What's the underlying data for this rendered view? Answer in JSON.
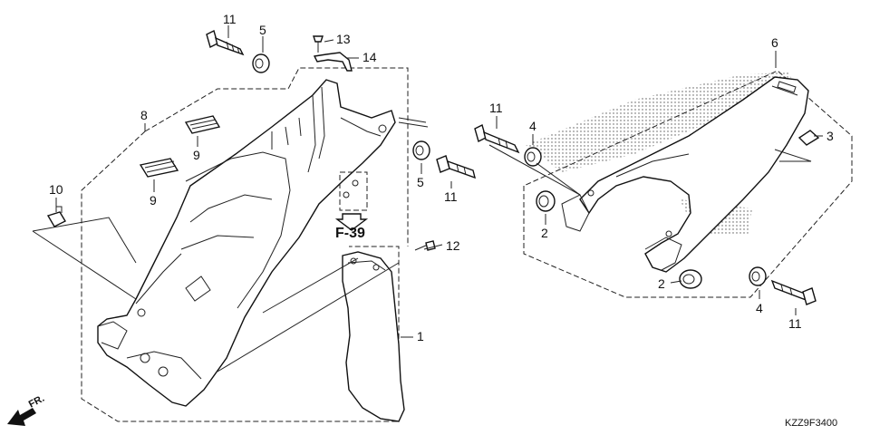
{
  "labels": {
    "p1": "1",
    "p2a": "2",
    "p2b": "2",
    "p3": "3",
    "p4a": "4",
    "p4b": "4",
    "p5a": "5",
    "p5b": "5",
    "p6": "6",
    "p8": "8",
    "p9a": "9",
    "p9b": "9",
    "p10": "10",
    "p11a": "11",
    "p11b": "11",
    "p11c": "11",
    "p11d": "11",
    "p12": "12",
    "p13": "13",
    "p14": "14"
  },
  "reference": "F-39",
  "front_marker": "FR.",
  "diagram_code": "KZZ9F3400"
}
